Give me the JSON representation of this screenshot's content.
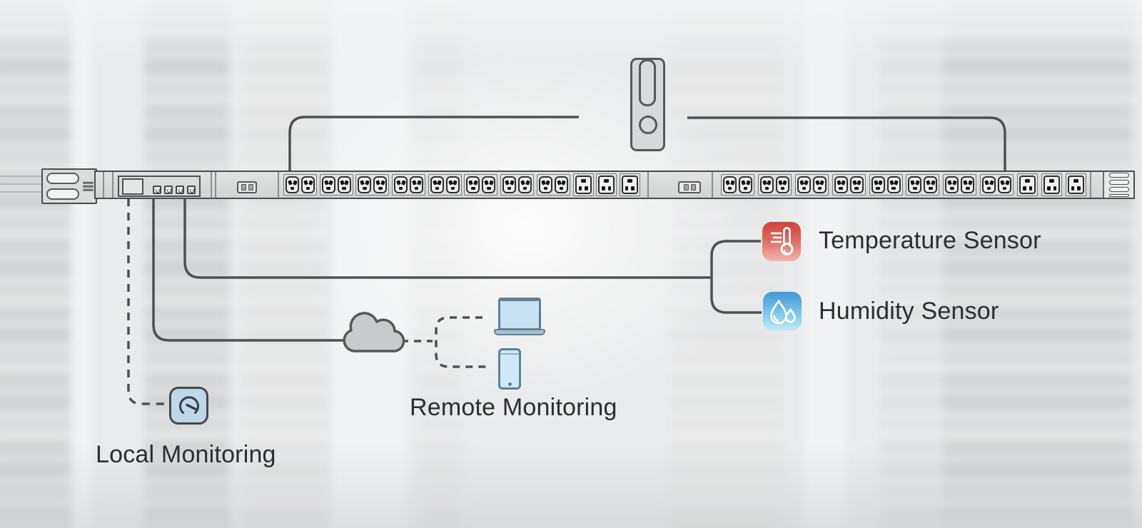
{
  "diagram": {
    "labels": {
      "temperature_sensor": "Temperature Sensor",
      "humidity_sensor": "Humidity Sensor",
      "remote_monitoring": "Remote Monitoring",
      "local_monitoring": "Local Monitoring"
    },
    "icons": {
      "temperature": "thermometer-icon",
      "humidity": "water-drops-icon",
      "local": "gauge-icon",
      "cloud": "cloud-icon",
      "remote_devices": [
        "laptop-icon",
        "smartphone-icon"
      ],
      "top_device": "sensor-probe"
    },
    "colors": {
      "temperature_accent": "#cd433d",
      "humidity_accent": "#3e9ad6",
      "local_tile": "#bdd9e9",
      "device_blue": "#c7e2f0",
      "line": "#4f5052",
      "text": "#2c2d2f",
      "pdu_body": "#d8d9d9"
    },
    "pdu": {
      "banks": [
        {
          "c13_pairs": 8,
          "c19_outlets": 3
        },
        {
          "c13_pairs": 8,
          "c19_outlets": 3
        }
      ],
      "has_display": true,
      "display_buttons": 4
    }
  }
}
